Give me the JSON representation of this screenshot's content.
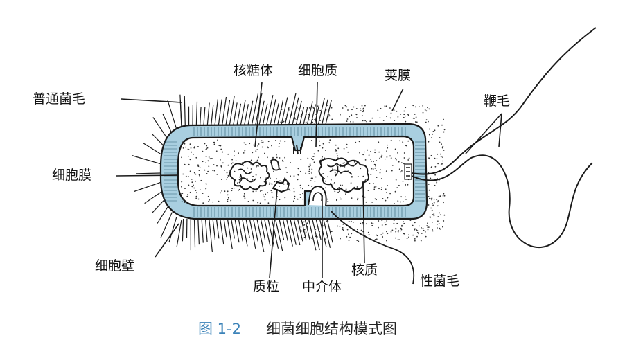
{
  "labels": {
    "putong_junmao": "普通菌毛",
    "xibao_mo": "细胞膜",
    "xibao_bi": "细胞壁",
    "he_tang_ti": "核糖体",
    "xibao_zhi": "细胞质",
    "jia_mo": "荚膜",
    "bian_mao": "鞭毛",
    "he_zhi": "核质",
    "zhi_li": "质粒",
    "zhong_jie_ti": "中介体",
    "xing_junmao": "性菌毛"
  },
  "caption": {
    "number": "图 1-2",
    "title": "细菌细胞结构模式图"
  },
  "colors": {
    "cell_wall": "#a9cfe0",
    "ink": "#1a1a1a",
    "caption_number": "#3b82b8",
    "background": "#ffffff"
  }
}
